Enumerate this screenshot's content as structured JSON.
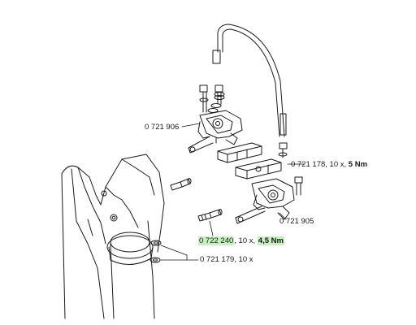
{
  "callouts": {
    "part_0721906": {
      "part": "0 721 906"
    },
    "part_0721178": {
      "part": "0 721 178",
      "qty": ", 10 x, ",
      "torque": "5 Nm"
    },
    "part_0721905": {
      "part": "0 721 905"
    },
    "part_0722240": {
      "part": "0 722 240",
      "qty": ", 10 x, ",
      "torque": "4,5 Nm"
    },
    "part_0721179": {
      "part": "0 721 179",
      "qty": ", 10 x"
    }
  },
  "colors": {
    "highlight": "#c8efc0",
    "line": "#1a1a1a"
  }
}
